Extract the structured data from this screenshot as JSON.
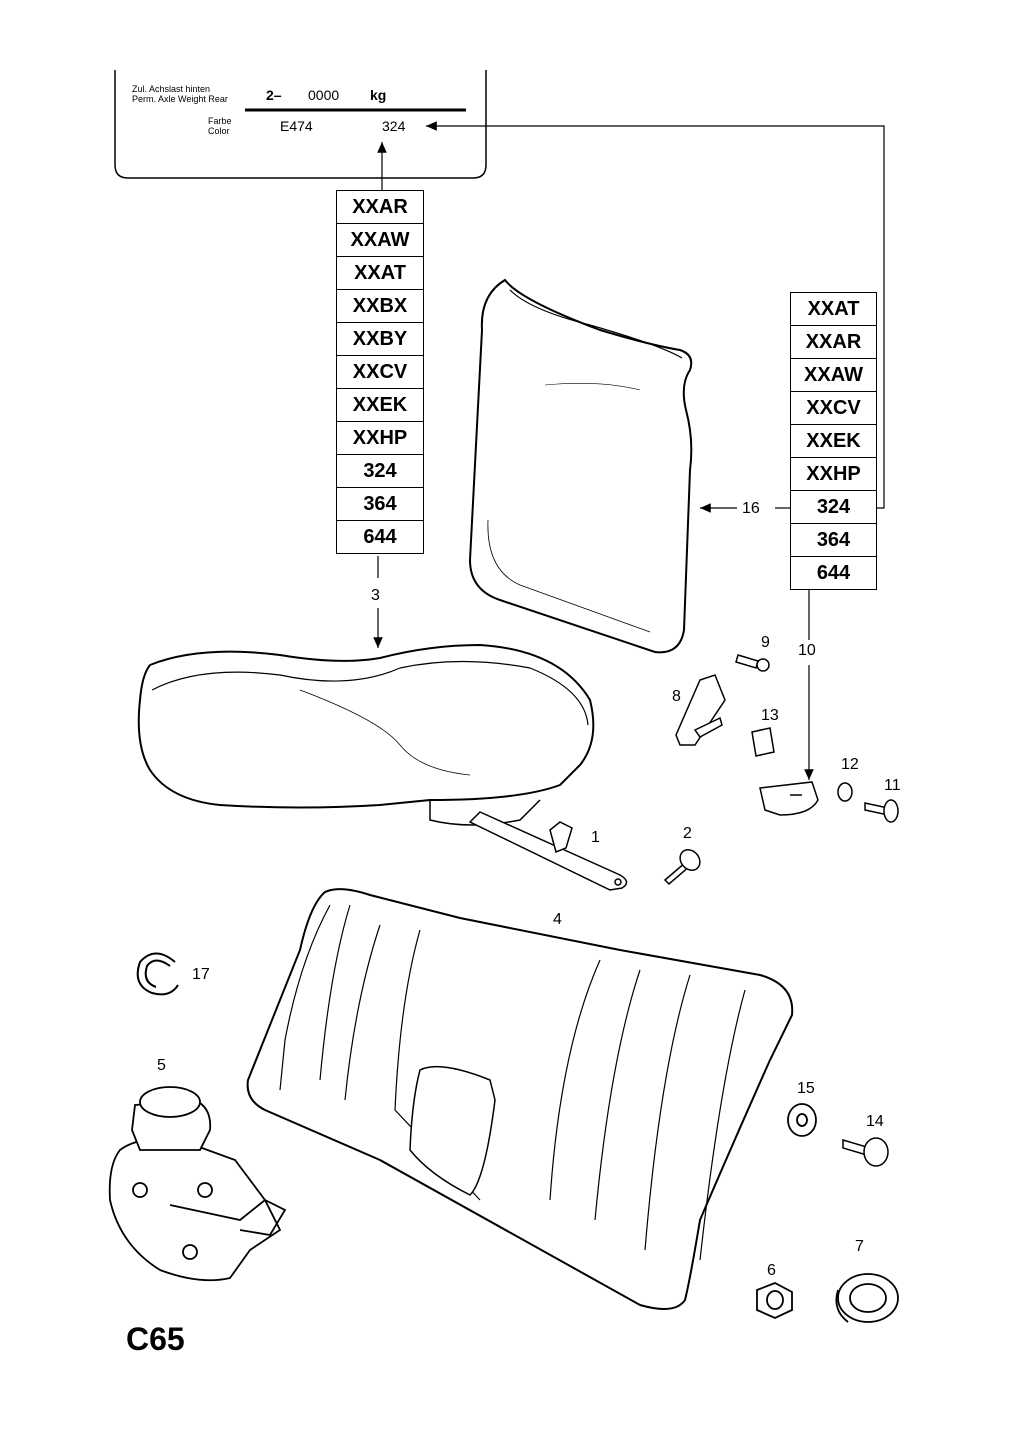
{
  "plate": {
    "axle_label_de": "Zul. Achslast hinten",
    "axle_label_en": "Perm. Axle Weight Rear",
    "axle_prefix": "2–",
    "axle_value": "0000",
    "axle_unit": "kg",
    "color_label_de": "Farbe",
    "color_label_en": "Color",
    "color_code": "E474",
    "color_value": "324"
  },
  "code_list_left": [
    "XXAR",
    "XXAW",
    "XXAT",
    "XXBX",
    "XXBY",
    "XXCV",
    "XXEK",
    "XXHP",
    "324",
    "364",
    "644"
  ],
  "code_list_right": [
    "XXAT",
    "XXAR",
    "XXAW",
    "XXCV",
    "XXEK",
    "XXHP",
    "324",
    "364",
    "644"
  ],
  "callouts": [
    "1",
    "2",
    "3",
    "4",
    "5",
    "6",
    "7",
    "8",
    "9",
    "10",
    "11",
    "12",
    "13",
    "14",
    "15",
    "16",
    "17"
  ],
  "page_code": "C65"
}
